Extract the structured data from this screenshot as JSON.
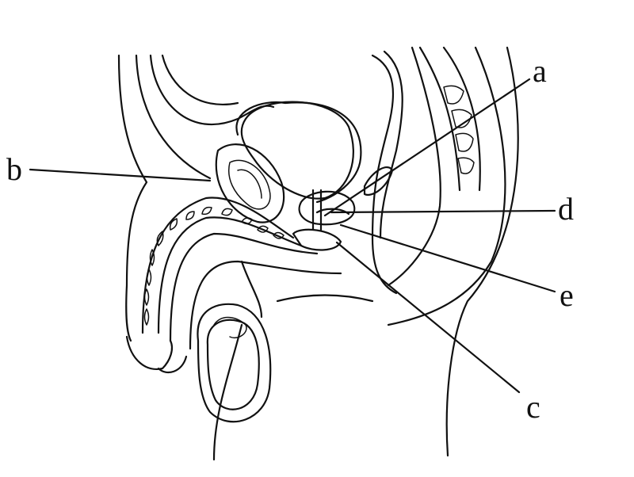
{
  "diagram": {
    "labels": {
      "a": "a",
      "b": "b",
      "c": "c",
      "d": "d",
      "e": "e"
    }
  }
}
